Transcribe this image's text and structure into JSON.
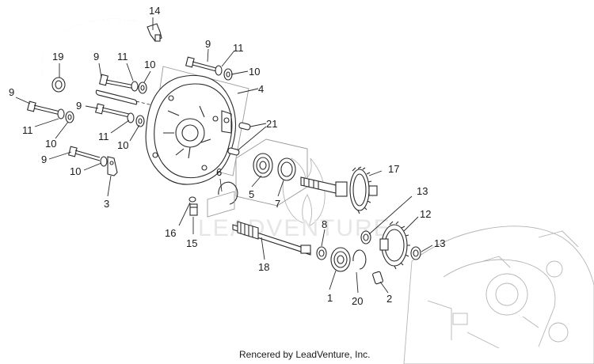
{
  "callouts": {
    "c1": "1",
    "c2": "2",
    "c3": "3",
    "c4": "4",
    "c5": "5",
    "c6": "6",
    "c7": "7",
    "c8": "8",
    "c9a": "9",
    "c9b": "9",
    "c9c": "9",
    "c9d": "9",
    "c9e": "9",
    "c10a": "10",
    "c10b": "10",
    "c10c": "10",
    "c10d": "10",
    "c10e": "10",
    "c11a": "11",
    "c11b": "11",
    "c11c": "11",
    "c11d": "11",
    "c12": "12",
    "c13a": "13",
    "c13b": "13",
    "c14": "14",
    "c15": "15",
    "c16": "16",
    "c17": "17",
    "c18": "18",
    "c19": "19",
    "c20": "20",
    "c21": "21"
  },
  "watermark": "LEADVENTURE",
  "credit": "Rencered by LeadVenture, Inc."
}
